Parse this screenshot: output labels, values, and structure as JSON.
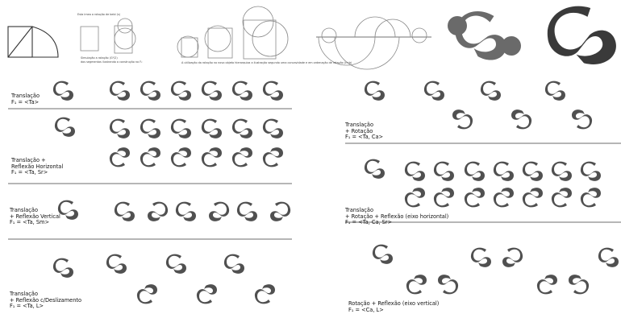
{
  "colors": {
    "motif": "#505050",
    "motif_dark": "#2f2f2f",
    "rule": "#6e6e6e",
    "sketch": "#8a8a8a"
  },
  "sketches": {
    "note_top": "Esta imea a rotação de bebi (s)",
    "note_mid": "Simulação a rotação (G²/2)",
    "note_mid2": "dos segmentos ilustrando a construção no F₂",
    "note_bottom": "A utilização da rotação no novo objeto hierarquiza a ilustração segundo uma concavidade e em ordenação de rotação (c+b)"
  },
  "left_panel": {
    "rows": [
      {
        "label_lines": [
          "Translação",
          "F₁ = <Ta>"
        ]
      },
      {
        "label_lines": [
          "Translação +",
          "Reflexão Horizontal",
          "F₁ = <Ta, Sr>"
        ]
      },
      {
        "label_lines": [
          "Translação",
          "+ Reflexão Vertical",
          "F₁ = <Ta, Sm>"
        ]
      },
      {
        "label_lines": [
          "Translação",
          "+ Reflexão c/Deslizamento",
          "F₁ = <Ta, L>"
        ]
      }
    ]
  },
  "right_panel": {
    "rows": [
      {
        "label_lines": [
          "Translação",
          "+ Rotação",
          "F₁ = <Ta, Ca>"
        ]
      },
      {
        "label_lines": [
          "Translação",
          "+ Rotação + Reflexão (eixo horizontal)",
          "F₁ = <Ta, Ca, Sr>"
        ]
      },
      {
        "label_lines": [
          "Rotação + Reflexão (eixo vertical)",
          "F₁ = <Ca, L>"
        ]
      }
    ]
  }
}
